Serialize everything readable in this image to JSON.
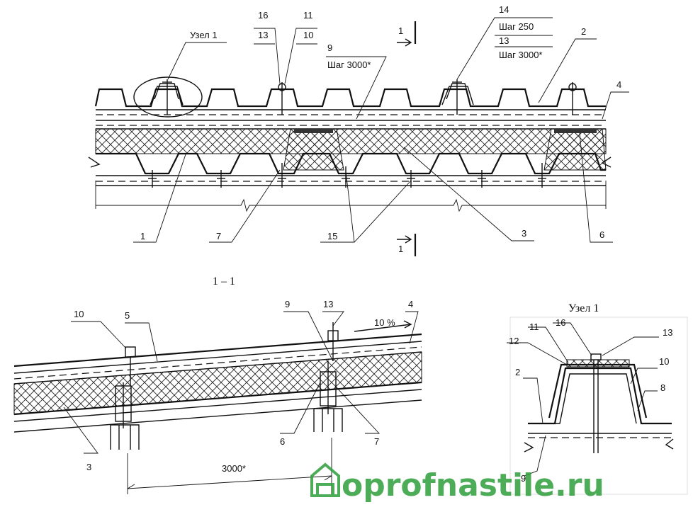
{
  "top_view": {
    "node_label": "Узел 1",
    "callouts": [
      {
        "text": "16"
      },
      {
        "text": "13"
      },
      {
        "text": "11"
      },
      {
        "text": "10"
      },
      {
        "text": "9"
      },
      {
        "text": "Шаг 3000*"
      },
      {
        "text": "14"
      },
      {
        "text": "Шаг 250"
      },
      {
        "text": "13"
      },
      {
        "text": "Шаг 3000*"
      },
      {
        "text": "2"
      },
      {
        "text": "4"
      },
      {
        "text": "1"
      },
      {
        "text": "7"
      },
      {
        "text": "15"
      },
      {
        "text": "3"
      },
      {
        "text": "6"
      }
    ],
    "section_mark": "1"
  },
  "section_view": {
    "title": "1 – 1",
    "slope": "10 %",
    "callouts": [
      {
        "text": "10"
      },
      {
        "text": "5"
      },
      {
        "text": "9"
      },
      {
        "text": "13"
      },
      {
        "text": "4"
      },
      {
        "text": "3"
      },
      {
        "text": "6"
      },
      {
        "text": "7"
      }
    ],
    "dimension": "3000*"
  },
  "node_view": {
    "title": "Узел 1",
    "callouts": [
      {
        "text": "11"
      },
      {
        "text": "16"
      },
      {
        "text": "13"
      },
      {
        "text": "12"
      },
      {
        "text": "10"
      },
      {
        "text": "2"
      },
      {
        "text": "8"
      },
      {
        "text": "9"
      }
    ]
  },
  "watermark": "oprofnastile.ru",
  "watermark_icon": "house-icon"
}
